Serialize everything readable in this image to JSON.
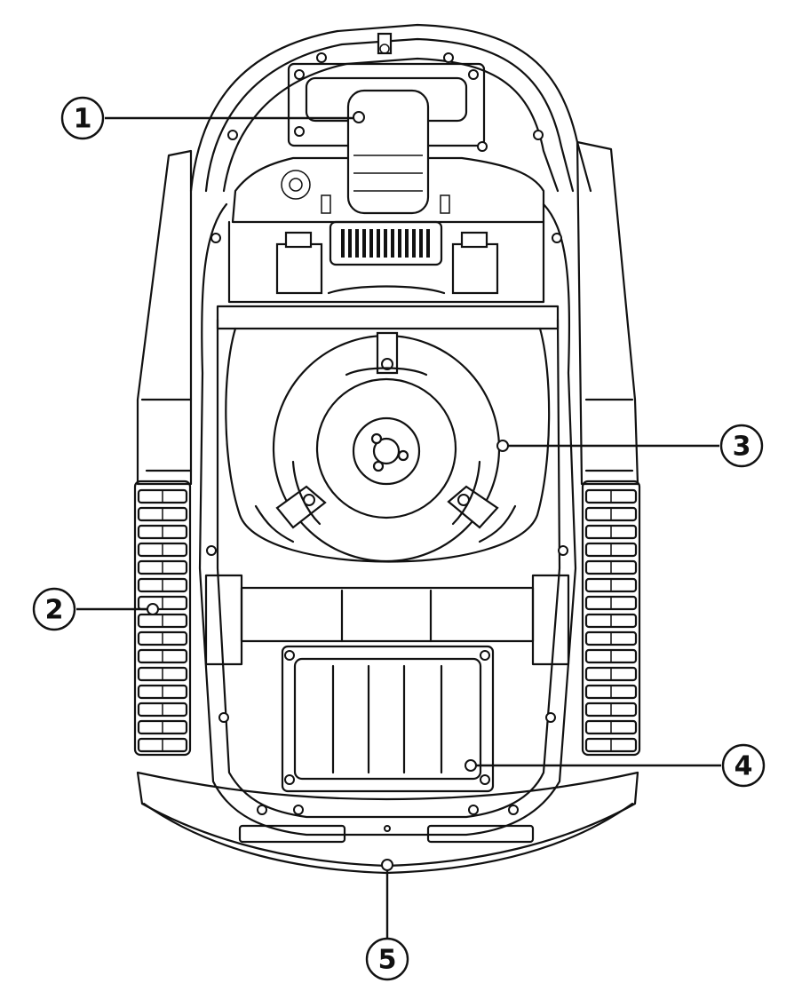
{
  "callouts": [
    {
      "label": "1"
    },
    {
      "label": "2"
    },
    {
      "label": "3"
    },
    {
      "label": "4"
    },
    {
      "label": "5"
    }
  ],
  "colors": {
    "line": "#111111",
    "background": "#ffffff"
  }
}
